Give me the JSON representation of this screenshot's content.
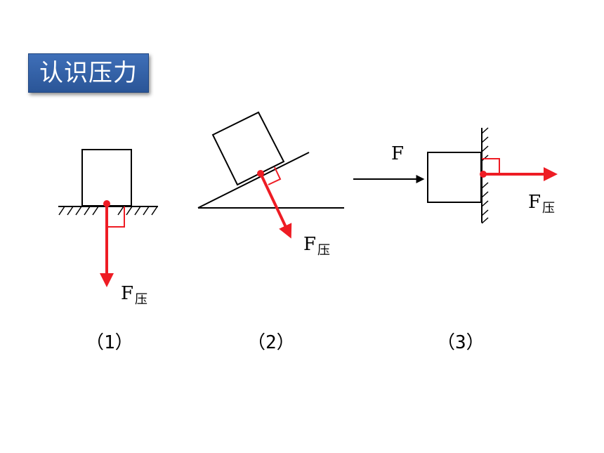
{
  "title": "认识压力",
  "colors": {
    "title_bg": "#2f5fa8",
    "force_arrow": "#ee1c24",
    "line": "#000000"
  },
  "figures": [
    {
      "force_label": "F",
      "force_subscript": "压",
      "caption": "（1）"
    },
    {
      "force_label": "F",
      "force_subscript": "压",
      "caption": "（2）"
    },
    {
      "applied_force_label": "F",
      "force_label": "F",
      "force_subscript": "压",
      "caption": "（3）"
    }
  ]
}
